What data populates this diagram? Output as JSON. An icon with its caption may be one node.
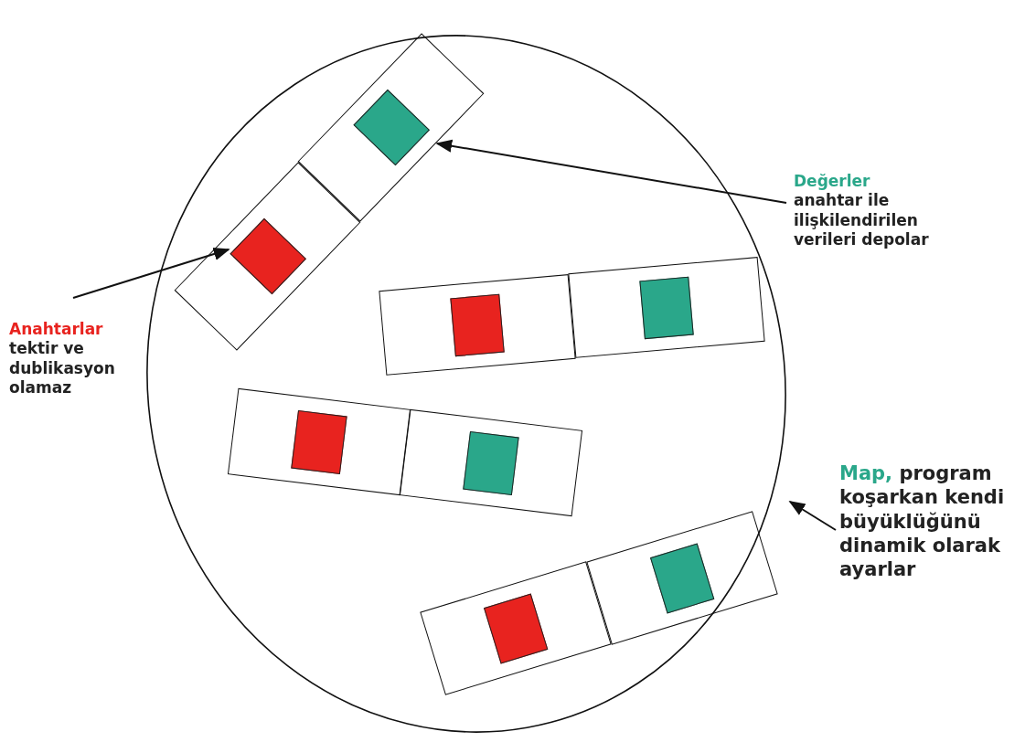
{
  "diagram": {
    "nodes": [
      {
        "text": [],
        "shape": "ellipse"
      },
      {
        "text": [],
        "shape": "box",
        "in": 0
      },
      {
        "text": [],
        "shape": "box",
        "in": 1
      },
      {
        "text": [],
        "shape": "box",
        "in": 0
      },
      {
        "text": [],
        "shape": "box",
        "in": 3
      },
      {
        "text": [],
        "shape": "box",
        "in": 0
      },
      {
        "text": [],
        "shape": "box",
        "in": 5
      },
      {
        "text": [],
        "shape": "box",
        "in": 0
      },
      {
        "text": [],
        "shape": "box",
        "in": 7
      },
      {
        "text": [],
        "shape": "box",
        "in": 0
      },
      {
        "text": [],
        "shape": "box",
        "in": 9
      },
      {
        "text": [],
        "shape": "box",
        "in": 0
      },
      {
        "text": [],
        "shape": "box",
        "in": 11
      },
      {
        "text": [],
        "shape": "box",
        "in": 0
      },
      {
        "text": [],
        "shape": "box",
        "in": 13
      },
      {
        "text": [],
        "shape": "box",
        "in": 0
      },
      {
        "text": [],
        "shape": "box",
        "in": 15
      },
      {
        "text": [
          "Değerler",
          "anahtar ile ilişkilendirilen verileri depolar"
        ]
      },
      {
        "text": [
          "Anahtarlar",
          "tektir ve dublikasyon olamaz"
        ]
      },
      {
        "text": [
          "Map,",
          "program koşarkan kendi büyüklüğünü dinamik olarak ayarlar"
        ]
      }
    ],
    "edges": [
      {
        "from": 17,
        "to": 4,
        "arrow": "to"
      },
      {
        "from": 18,
        "to": 2,
        "arrow": "to"
      },
      {
        "from": 19,
        "to": 0,
        "arrow": "to"
      }
    ]
  }
}
